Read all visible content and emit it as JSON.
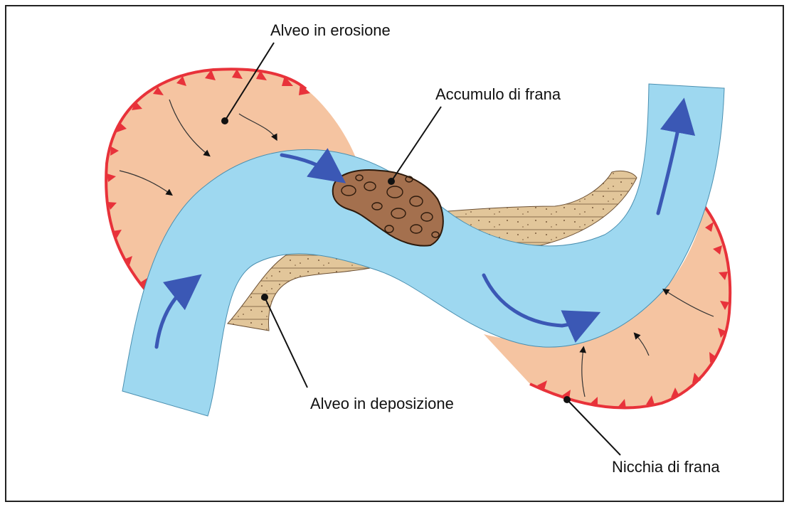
{
  "colors": {
    "slide_fill": "#f5c4a1",
    "scarp_red": "#e8323a",
    "river_blue": "#9ed8f0",
    "deposit_fill": "#e2c69a",
    "landslide_brown": "#a4704e",
    "flow_arrow": "#3b58b5",
    "frame": "#222222"
  },
  "labels": {
    "eroding_bank": "Alveo in erosione",
    "landslide_deposit": "Accumulo di frana",
    "depositing_bank": "Alveo in deposizione",
    "landslide_scarp": "Nicchia di frana"
  },
  "icons": {
    "flow": "arrow-icon",
    "scarp": "triangle-teeth"
  }
}
